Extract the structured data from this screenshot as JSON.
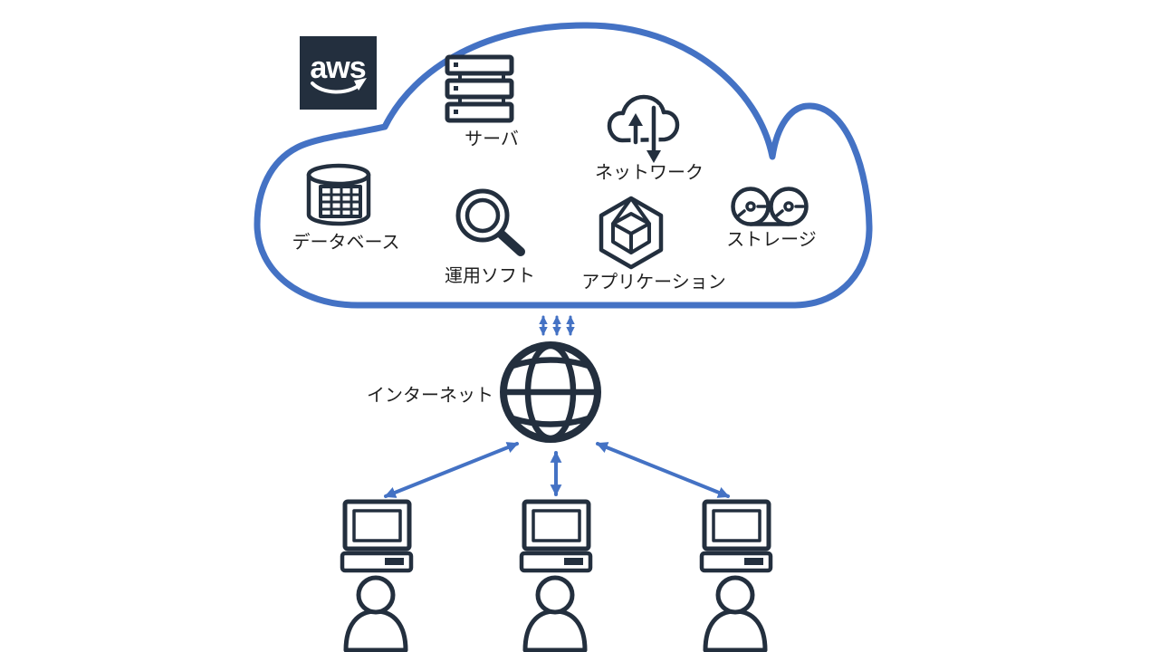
{
  "colors": {
    "accent_blue": "#4472C4",
    "icon_dark": "#232F3E",
    "logo_background": "#232F3E",
    "logo_text_color": "#FFFFFF",
    "label_color": "#1F1F1F",
    "background": "#FFFFFF"
  },
  "aws_cloud": {
    "logo": {
      "text": "aws",
      "icon": "aws-smile-logo-icon"
    },
    "services": [
      {
        "label": "サーバ",
        "icon": "server-stack-icon"
      },
      {
        "label": "ネットワーク",
        "icon": "cloud-transfer-arrows-icon"
      },
      {
        "label": "データベース",
        "icon": "database-cylinder-table-icon"
      },
      {
        "label": "運用ソフト",
        "icon": "magnifying-glass-icon"
      },
      {
        "label": "アプリケーション",
        "icon": "hexagon-cube-icon"
      },
      {
        "label": "ストレージ",
        "icon": "tape-reels-icon"
      }
    ]
  },
  "internet": {
    "label": "インターネット",
    "icon": "globe-icon"
  },
  "clients": {
    "count": 3,
    "device_icon": "desktop-computer-icon",
    "user_icon": "person-icon"
  },
  "connections": {
    "cloud_internet_arrows": 3,
    "internet_client_arrows": 3,
    "style": "double-headed"
  }
}
